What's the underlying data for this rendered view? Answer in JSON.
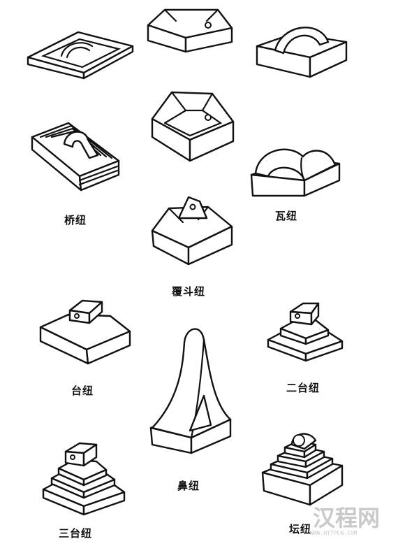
{
  "labels": {
    "qiao_niu": "桥纽",
    "wa_niu": "瓦纽",
    "fu_dou_niu": "覆斗纽",
    "tai_niu": "台纽",
    "er_tai_niu": "二台纽",
    "bi_niu": "鼻纽",
    "san_tai_niu": "三台纽",
    "tan_niu": "坛纽"
  },
  "watermark": {
    "text": "汉程网",
    "url": "WWW.HTTPCN.COM"
  }
}
